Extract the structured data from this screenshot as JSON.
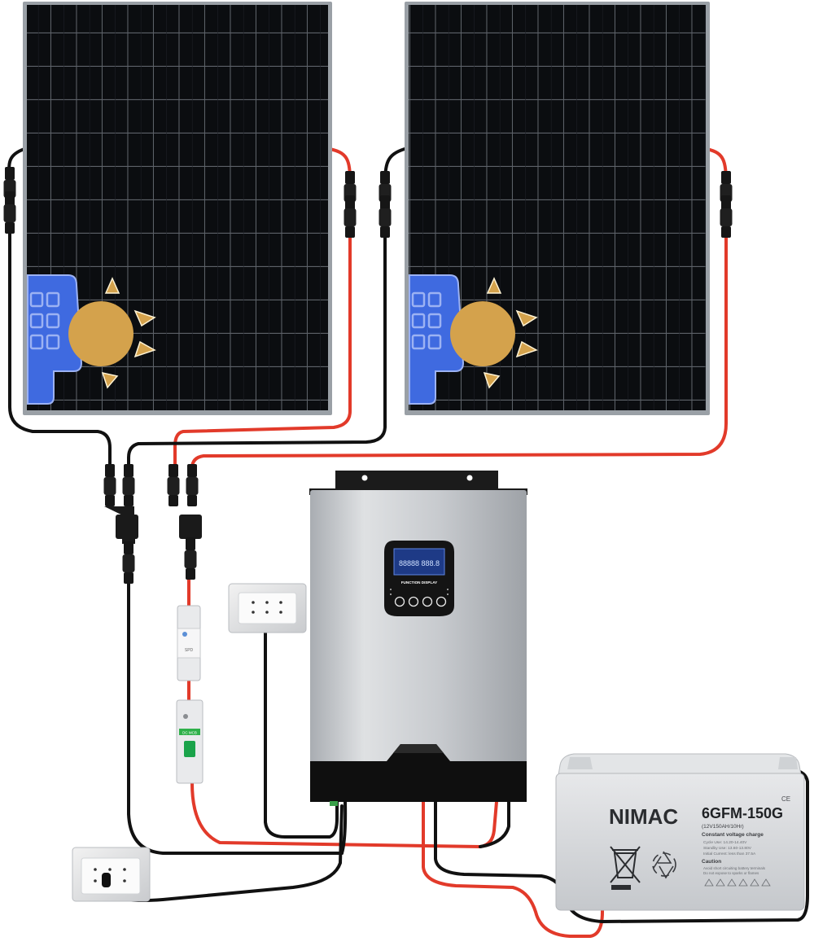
{
  "battery": {
    "brand": "NIMAC",
    "model": "6GFM-150G",
    "rating": "(12V150AH/10Hr)",
    "heading": "Constant voltage charge",
    "spec_lines": [
      "Cycle Use: 14.20-14.40V",
      "Standby Use: 13.60-13.80V",
      "Initial Current: less than 37.5A"
    ],
    "caution_title": "Caution",
    "caution_lines": [
      "Avoid short circuiting battery terminals",
      "Do not expose to sparks or flames"
    ],
    "ce_mark": "CE"
  },
  "inverter": {
    "display_title": "FUNCTION DISPLAY",
    "lcd_readout": "88888 888.8",
    "button_count": 4
  },
  "breakers": {
    "spd_label": "SPD",
    "mcb_label": "DC MCB"
  },
  "colors": {
    "panel_cell": "#0b0d10",
    "panel_frame": "#9aa0a6",
    "wire_red": "#e23a2a",
    "wire_black": "#111111",
    "badge_blue": "#3f6ae0",
    "badge_sun": "#d4a24c",
    "inverter_body": "#c8cbcf",
    "battery_body": "#d6d8db"
  },
  "icons": [
    "solar-panel-sun-badge-icon",
    "recycle-icon",
    "crossed-bin-icon"
  ]
}
